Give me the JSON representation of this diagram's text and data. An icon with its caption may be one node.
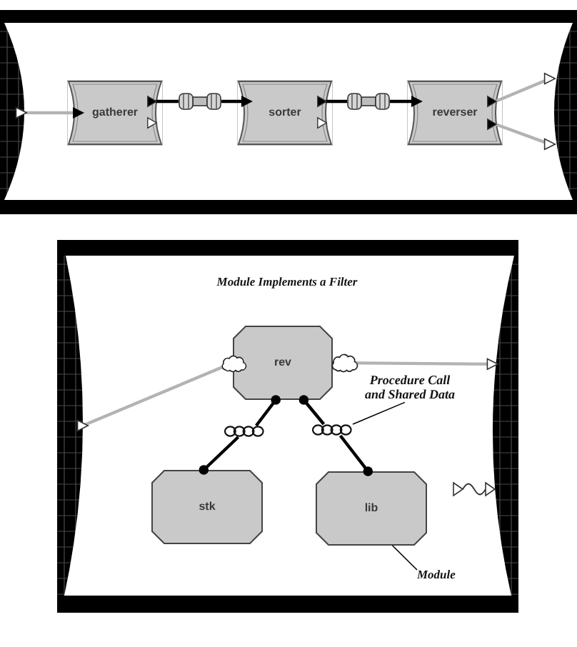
{
  "diagram": {
    "nodes": [
      {
        "text": [],
        "shape": "box"
      },
      {
        "text": [
          "gatherer"
        ],
        "in": 0
      },
      {
        "text": [],
        "shape": "cylinder",
        "in": 0
      },
      {
        "text": [
          "sorter"
        ],
        "in": 0
      },
      {
        "text": [],
        "shape": "cylinder",
        "in": 0
      },
      {
        "text": [
          "reverser"
        ],
        "in": 0
      },
      {
        "text": [
          "Module Implements a Filter"
        ]
      },
      {
        "text": [
          "rev"
        ],
        "in": 6
      },
      {
        "text": [
          "Procedure Call and Shared Data"
        ],
        "in": 6
      },
      {
        "text": [],
        "shape": "chain",
        "in": 6
      },
      {
        "text": [],
        "shape": "chain",
        "in": 6
      },
      {
        "text": [
          "stk"
        ],
        "in": 6
      },
      {
        "text": [
          "lib"
        ],
        "in": 6
      },
      {
        "text": [
          "Module"
        ],
        "in": 6
      }
    ],
    "edges": [
      {
        "from": 0,
        "to": 1,
        "arrow": "both",
        "color": "#b3b3b3"
      },
      {
        "from": 1,
        "to": 2,
        "arrow": "none"
      },
      {
        "from": 2,
        "to": 3,
        "arrow": "to"
      },
      {
        "from": 3,
        "to": 4,
        "arrow": "none"
      },
      {
        "from": 4,
        "to": 5,
        "arrow": "to"
      },
      {
        "from": 5,
        "to": 0,
        "arrow": "to",
        "color": "#b3b3b3"
      },
      {
        "from": 5,
        "to": 0,
        "arrow": "to",
        "color": "#b3b3b3"
      },
      {
        "from": 7,
        "to": 6,
        "arrow": "to",
        "color": "#b3b3b3"
      },
      {
        "from": 7,
        "to": 6,
        "arrow": "to",
        "color": "#b3b3b3"
      },
      {
        "from": 7,
        "to": 9,
        "arrow": "other"
      },
      {
        "from": 9,
        "to": 11,
        "arrow": "other"
      },
      {
        "from": 7,
        "to": 10,
        "arrow": "other"
      },
      {
        "from": 10,
        "to": 12,
        "arrow": "other"
      },
      {
        "from": 8,
        "to": 10,
        "arrow": "none"
      },
      {
        "from": 13,
        "to": 12,
        "arrow": "none"
      }
    ]
  }
}
